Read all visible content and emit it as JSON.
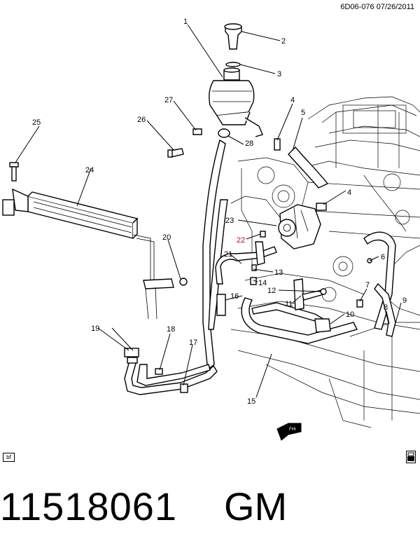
{
  "header": {
    "code": "6D06-076",
    "date": "07/26/2011"
  },
  "callouts": {
    "c1": "1",
    "c2": "2",
    "c3": "3",
    "c4a": "4",
    "c4b": "4",
    "c5": "5",
    "c6": "6",
    "c7": "7",
    "c8": "8",
    "c9": "9",
    "c10": "10",
    "c11": "11",
    "c12": "12",
    "c13": "13",
    "c14": "14",
    "c15": "15",
    "c16": "16",
    "c17": "17",
    "c18": "18",
    "c19": "19",
    "c20": "20",
    "c21": "21",
    "c22": "22",
    "c23": "23",
    "c24": "24",
    "c25": "25",
    "c26": "26",
    "c27": "27",
    "c28": "28"
  },
  "footer": {
    "box_label": "bf",
    "part_number": "11518061",
    "brand": "GM"
  },
  "icons": {
    "corner": "lock-icon",
    "fhi": "FHI"
  },
  "colors": {
    "highlight": "#d0021b"
  }
}
